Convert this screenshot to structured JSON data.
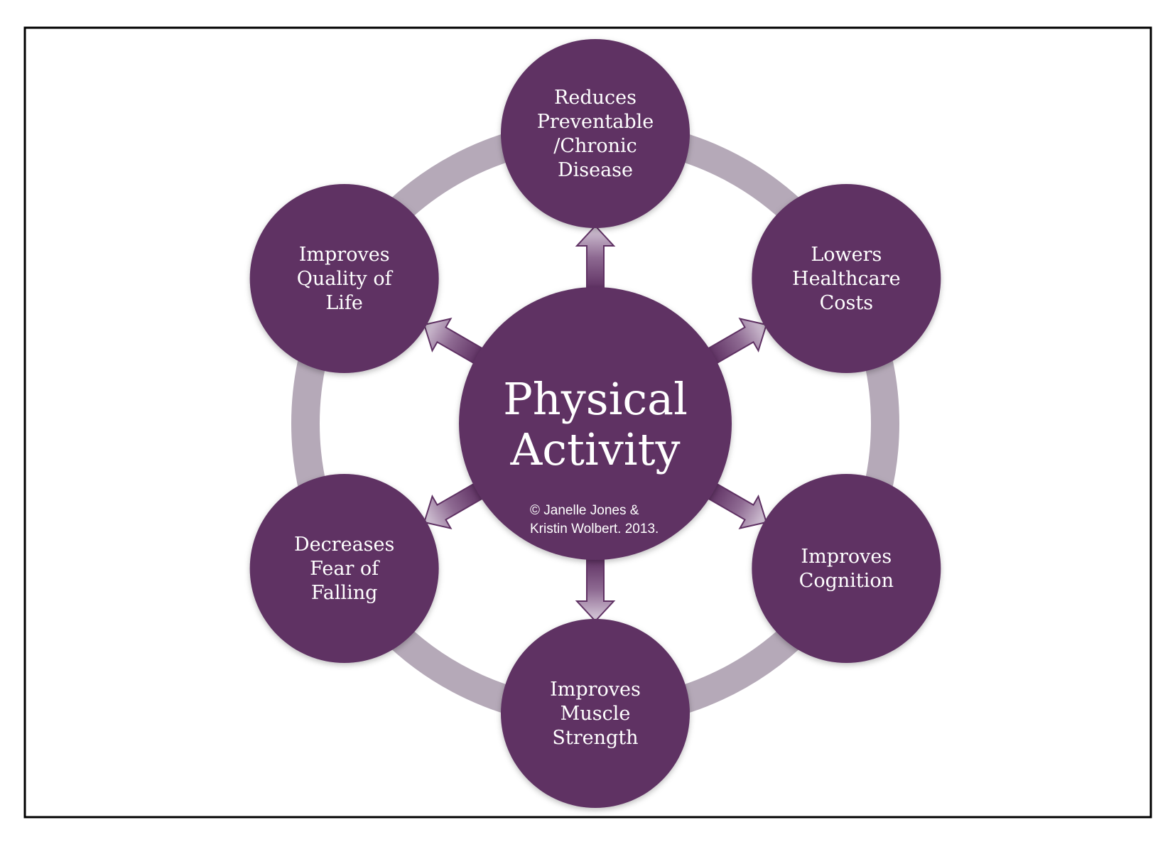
{
  "center": {
    "title_lines": [
      "Physical",
      "Activity"
    ],
    "copyright_lines": [
      "© Janelle Jones &",
      "Kristin Wolbert. 2013."
    ]
  },
  "outcomes": [
    {
      "id": "reduces-disease",
      "lines": [
        "Reduces",
        "Preventable",
        "/Chronic",
        "Disease"
      ]
    },
    {
      "id": "lowers-costs",
      "lines": [
        "Lowers",
        "Healthcare",
        "Costs"
      ]
    },
    {
      "id": "improves-cognition",
      "lines": [
        "Improves",
        "Cognition"
      ]
    },
    {
      "id": "improves-strength",
      "lines": [
        "Improves",
        "Muscle",
        "Strength"
      ]
    },
    {
      "id": "decreases-fear",
      "lines": [
        "Decreases",
        "Fear of",
        "Falling"
      ]
    },
    {
      "id": "improves-quality",
      "lines": [
        "Improves",
        "Quality of",
        "Life"
      ]
    }
  ],
  "colors": {
    "node_fill": "#5f3163",
    "ring": "#b5a9b8",
    "arrow_fill": "#8e6a92",
    "frame": "#000000",
    "text": "#ffffff"
  }
}
